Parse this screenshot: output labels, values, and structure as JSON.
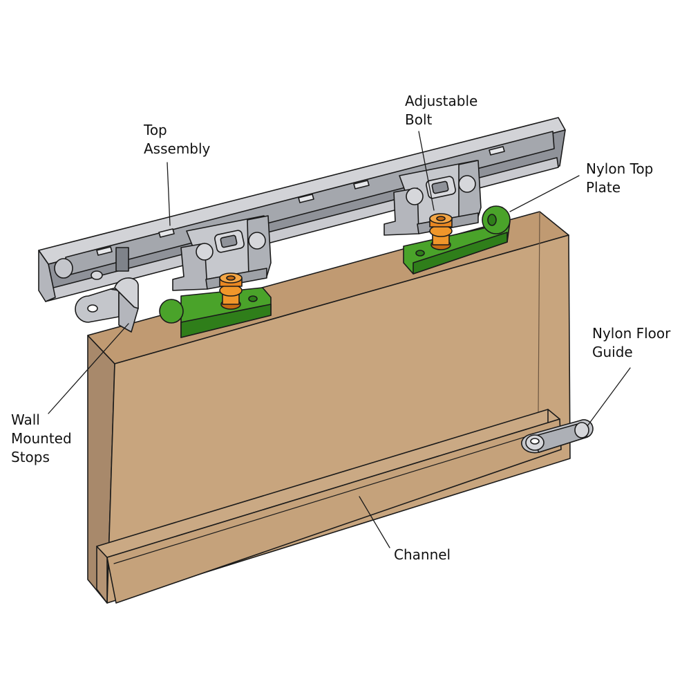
{
  "labels": {
    "top_assembly": [
      "Top",
      "Assembly"
    ],
    "adjustable_bolt": [
      "Adjustable",
      "Bolt"
    ],
    "nylon_top_plate": [
      "Nylon Top",
      "Plate"
    ],
    "nylon_floor_guide": [
      "Nylon Floor",
      "Guide"
    ],
    "wall_mounted_stops": [
      "Wall",
      "Mounted",
      "Stops"
    ],
    "channel": [
      "Channel"
    ]
  },
  "colors": {
    "door_face": "#c8a57e",
    "door_edge": "#a8896b",
    "door_top": "#c09a72",
    "metal_light": "#d2d3d7",
    "metal_mid": "#b4b6bc",
    "metal_dark": "#8f9299",
    "nylon_green": "#4aa32a",
    "nylon_green_dark": "#2f7e1a",
    "bolt_orange": "#f0962a",
    "bolt_orange_dark": "#c76c12",
    "outline": "#1a1a1a"
  }
}
